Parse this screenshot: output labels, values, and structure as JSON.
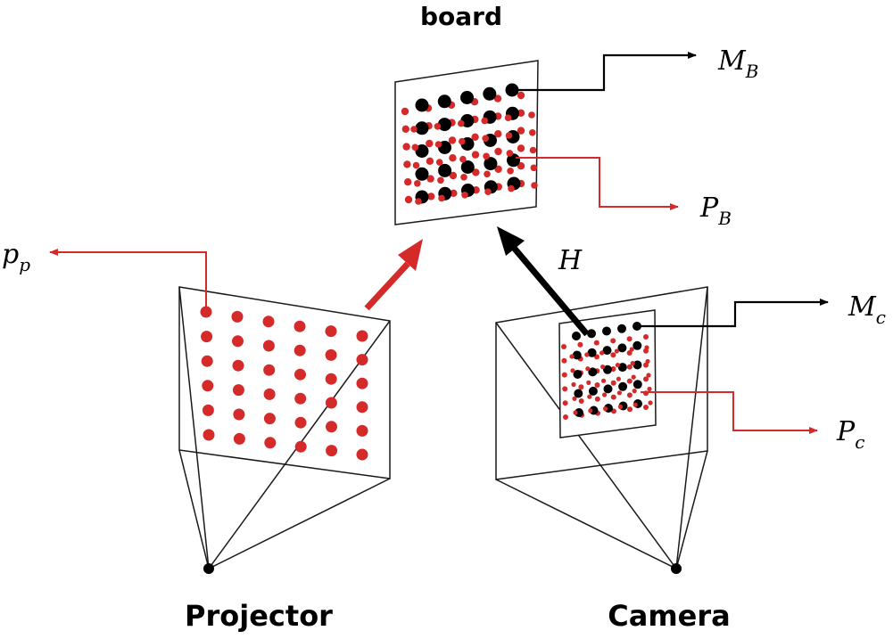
{
  "labels": {
    "board": "board",
    "projector": "Projector",
    "camera": "Camera",
    "homography": "H"
  },
  "symbols": {
    "p_p": {
      "base": "p",
      "sub": "p"
    },
    "M_B": {
      "base": "M",
      "sub": "B"
    },
    "P_B": {
      "base": "P",
      "sub": "B"
    },
    "M_c": {
      "base": "M",
      "sub": "c"
    },
    "P_c": {
      "base": "P",
      "sub": "c"
    }
  },
  "colors": {
    "red": "#d42a2a",
    "black": "#000000",
    "line": "#1a1a1a"
  },
  "icons": {
    "projector_center": "dot",
    "camera_center": "dot"
  }
}
